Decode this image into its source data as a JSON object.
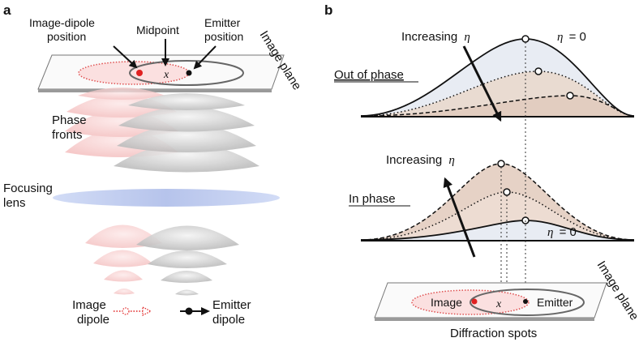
{
  "panel_a": {
    "label": "a",
    "image_plane": "Image plane",
    "image_dipole_position": [
      "Image-dipole",
      "position"
    ],
    "midpoint": "Midpoint",
    "midpoint_symbol": "x",
    "emitter_position": [
      "Emitter",
      "position"
    ],
    "phase_fronts": [
      "Phase",
      "fronts"
    ],
    "focusing_lens": [
      "Focusing",
      "lens"
    ],
    "image_dipole": [
      "Image",
      "dipole"
    ],
    "emitter_dipole": [
      "Emitter",
      "dipole"
    ]
  },
  "panel_b": {
    "label": "b",
    "out_of_phase": "Out of phase",
    "in_phase": "In phase",
    "increasing_eta_top": "Increasing",
    "increasing_eta_bottom": "Increasing",
    "eta_symbol": "η",
    "eta_zero_top": "= 0",
    "eta_zero_bottom": "= 0",
    "spot_image": "Image",
    "spot_midpoint": "x",
    "spot_emitter": "Emitter",
    "image_plane": "Image plane",
    "diffraction_spots": "Diffraction spots"
  },
  "colors": {
    "image_red": "#e02020",
    "image_pink": "#f6c9c9",
    "emitter_gray": "#c8c8c8",
    "lens_blue": "#b9c6ea",
    "curve_fill_tan": "#eadcd2",
    "curve_fill_blue": "#e6ebf3"
  }
}
